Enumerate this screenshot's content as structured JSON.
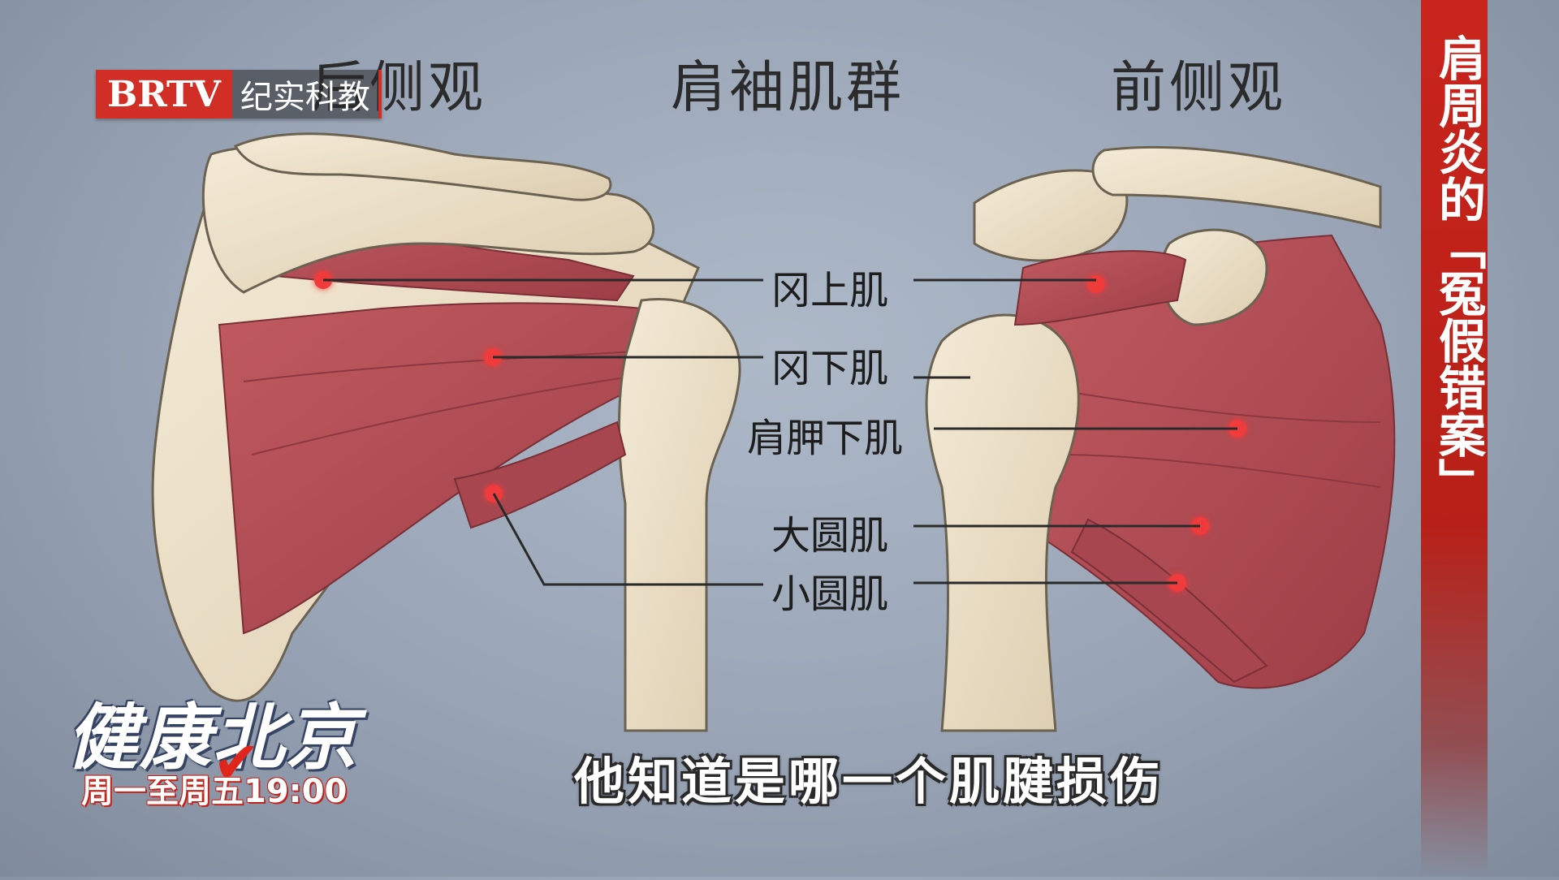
{
  "headings": {
    "posterior_view": "后侧观",
    "title": "肩袖肌群",
    "anterior_view": "前侧观"
  },
  "muscle_labels": {
    "supraspinatus": "冈上肌",
    "infraspinatus": "冈下肌",
    "subscapularis": "肩胛下肌",
    "teres_major": "大圆肌",
    "teres_minor": "小圆肌"
  },
  "channel_logo": {
    "brand": "BRTV",
    "channel": "纪实科教"
  },
  "sidebar_title": "肩周炎的「冤假错案」",
  "show": {
    "title": "健康北京",
    "schedule": "周一至周五19:00"
  },
  "subtitle": "他知道是哪一个肌腱损伤",
  "colors": {
    "background": "#a6b1c1",
    "bone": "#efe3cc",
    "muscle": "#b24a52",
    "marker": "#ef3a3a",
    "brand_red": "#d12f25"
  }
}
